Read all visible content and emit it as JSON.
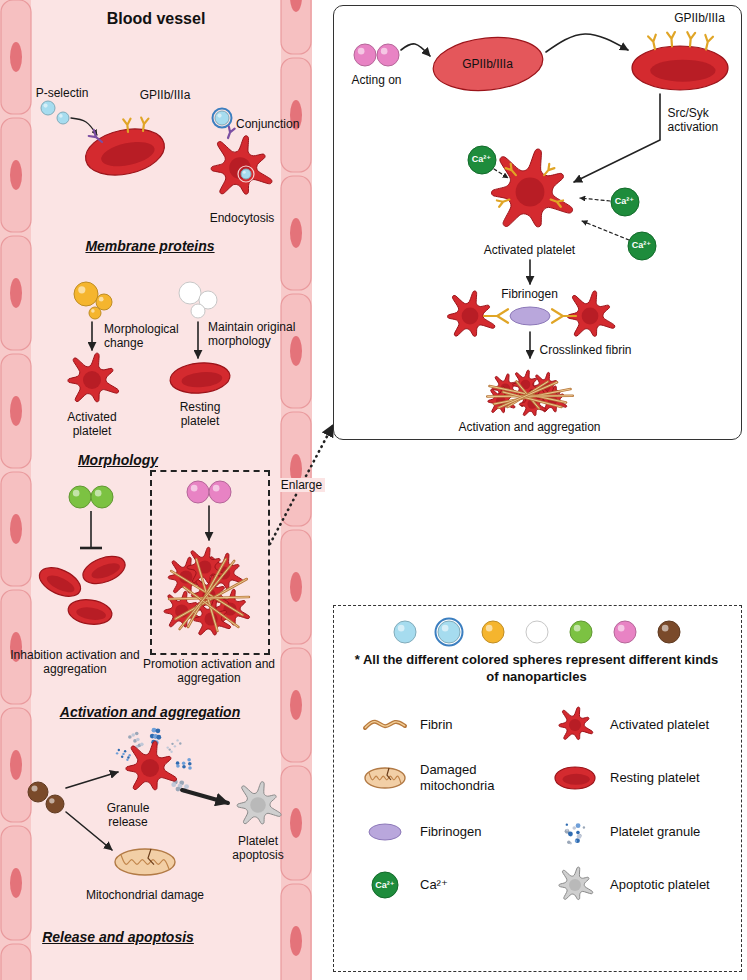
{
  "diagram": {
    "nodes": [
      {
        "text": [
          "Blood vessel",
          "P-selectin",
          "GPIIb/IIIa",
          "Conjunction",
          "Endocytosis",
          "Membrane proteins",
          "Morphological change",
          "Maintain original morphology",
          "Activated platelet",
          "Resting platelet",
          "Morphology",
          "Inhabition activation and aggregation",
          "Activation and aggregation",
          "Granule release",
          "Mitochondrial damage",
          "Platelet apoptosis",
          "Release and apoptosis"
        ]
      },
      {
        "text": [
          "Promotion activation and aggregation"
        ],
        "in": 0
      },
      {
        "text": [
          "GPIIb/IIIa",
          "Acting on",
          "GPIIb/IIIa",
          "Src/Syk activation",
          "Ca²⁺",
          "Ca²⁺",
          "Activated platelet",
          "Ca²⁺",
          "Fibrinogen",
          "Crosslinked fibrin",
          "Activation and aggregation"
        ]
      },
      {
        "text": [
          "* All the different colored spheres represent different kinds of nanoparticles"
        ]
      }
    ],
    "edges": [
      {
        "from": 1,
        "to": 2,
        "arrow": "to",
        "label": "Enlarge"
      }
    ],
    "labels": [
      "Ca²⁺"
    ],
    "legend": [
      {
        "text": "Fibrin"
      },
      {
        "text": "Activated platelet"
      },
      {
        "text": "Damaged mitochondria"
      },
      {
        "text": "Resting platelet"
      },
      {
        "text": "Fibrinogen"
      },
      {
        "text": "Platelet granule"
      },
      {
        "text": "Ca²⁺"
      },
      {
        "text": "Apoptotic platelet"
      }
    ]
  }
}
